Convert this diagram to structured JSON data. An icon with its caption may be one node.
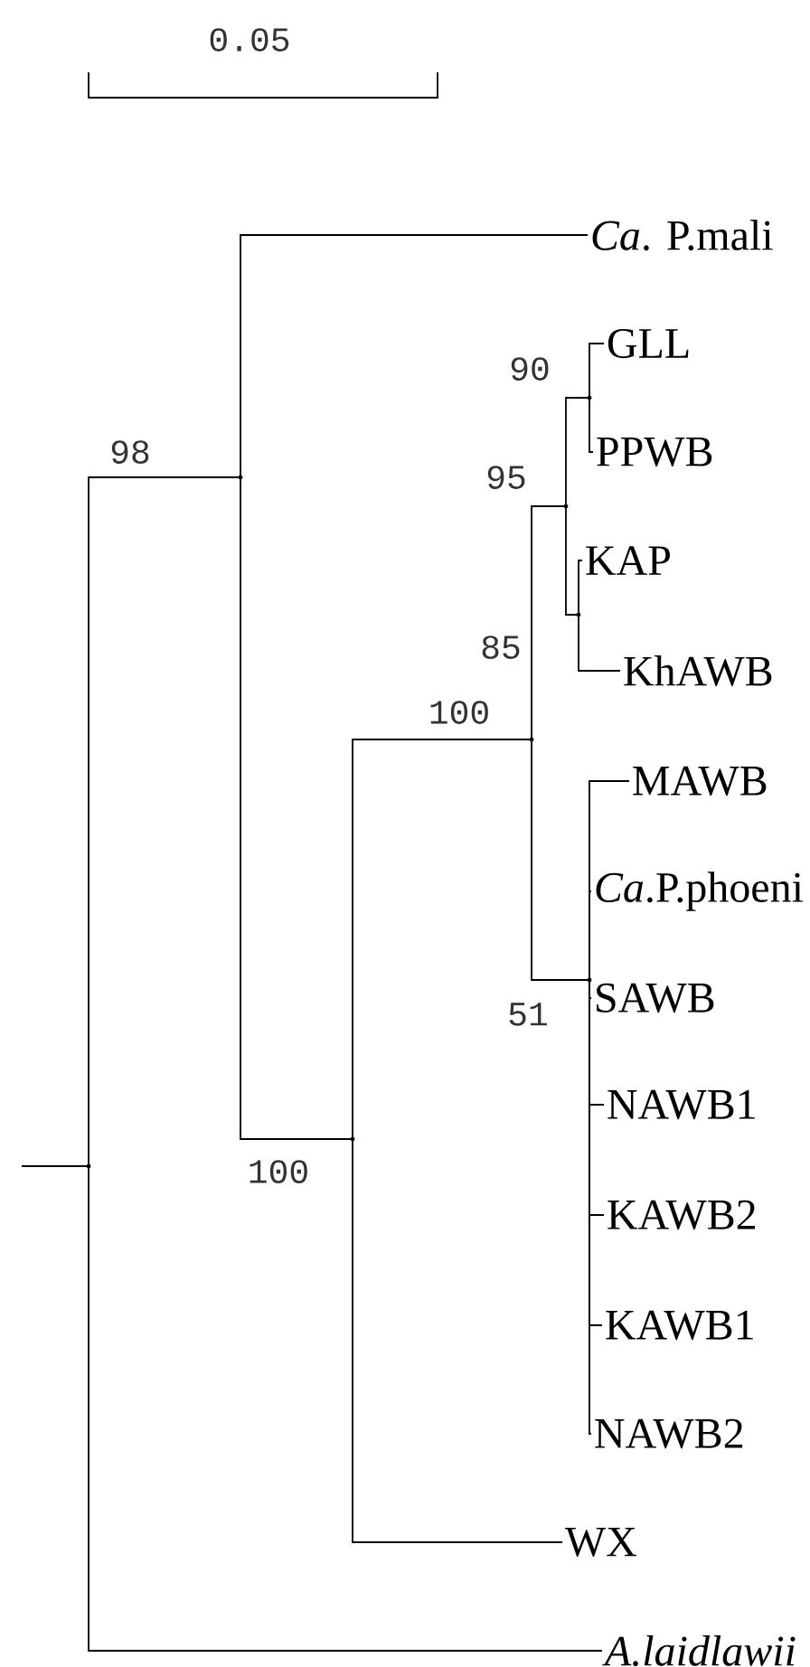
{
  "diagram": {
    "nodes": [
      {
        "text": [
          "*Ca*. P.mali"
        ]
      },
      {
        "text": [
          "GLL"
        ]
      },
      {
        "text": [
          "PPWB"
        ]
      },
      {
        "text": [
          "KAP"
        ]
      },
      {
        "text": [
          "KhAWB"
        ]
      },
      {
        "text": [
          "MAWB"
        ]
      },
      {
        "text": [
          "*Ca*.P.phoeni"
        ]
      },
      {
        "text": [
          "SAWB"
        ]
      },
      {
        "text": [
          "NAWB1"
        ]
      },
      {
        "text": [
          "KAWB2"
        ]
      },
      {
        "text": [
          "KAWB1"
        ]
      },
      {
        "text": [
          "NAWB2"
        ]
      },
      {
        "text": [
          "WX"
        ]
      },
      {
        "text": [
          "*A.laidlawii*"
        ]
      },
      {
        "text": [],
        "shape": "point"
      },
      {
        "text": [],
        "shape": "point"
      },
      {
        "text": [],
        "shape": "point"
      },
      {
        "text": [],
        "shape": "point"
      },
      {
        "text": [],
        "shape": "point"
      },
      {
        "text": [],
        "shape": "point"
      },
      {
        "text": [],
        "shape": "point"
      },
      {
        "text": [],
        "shape": "point"
      }
    ],
    "edges": [
      {
        "from": null,
        "to": 14,
        "arrow": "none"
      },
      {
        "from": 14,
        "to": 15,
        "arrow": "none"
      },
      {
        "from": 14,
        "to": 13,
        "arrow": "none"
      },
      {
        "from": 15,
        "to": 0,
        "arrow": "none"
      },
      {
        "from": 15,
        "to": 16,
        "arrow": "none"
      },
      {
        "from": 16,
        "to": 17,
        "arrow": "none"
      },
      {
        "from": 16,
        "to": 12,
        "arrow": "none"
      },
      {
        "from": 17,
        "to": 18,
        "arrow": "none"
      },
      {
        "from": 17,
        "to": 21,
        "arrow": "none"
      },
      {
        "from": 18,
        "to": 19,
        "arrow": "none"
      },
      {
        "from": 18,
        "to": 20,
        "arrow": "none"
      },
      {
        "from": 19,
        "to": 1,
        "arrow": "none"
      },
      {
        "from": 19,
        "to": 2,
        "arrow": "none"
      },
      {
        "from": 20,
        "to": 3,
        "arrow": "none"
      },
      {
        "from": 20,
        "to": 4,
        "arrow": "none"
      },
      {
        "from": 21,
        "to": 5,
        "arrow": "none"
      },
      {
        "from": 21,
        "to": 6,
        "arrow": "none"
      },
      {
        "from": 21,
        "to": 7,
        "arrow": "none"
      },
      {
        "from": 21,
        "to": 8,
        "arrow": "none"
      },
      {
        "from": 21,
        "to": 9,
        "arrow": "none"
      },
      {
        "from": 21,
        "to": 10,
        "arrow": "none"
      },
      {
        "from": 21,
        "to": 11,
        "arrow": "none"
      }
    ],
    "labels": [
      "0.05",
      "90",
      "98",
      "95",
      "85",
      "100",
      "51",
      "100"
    ]
  }
}
